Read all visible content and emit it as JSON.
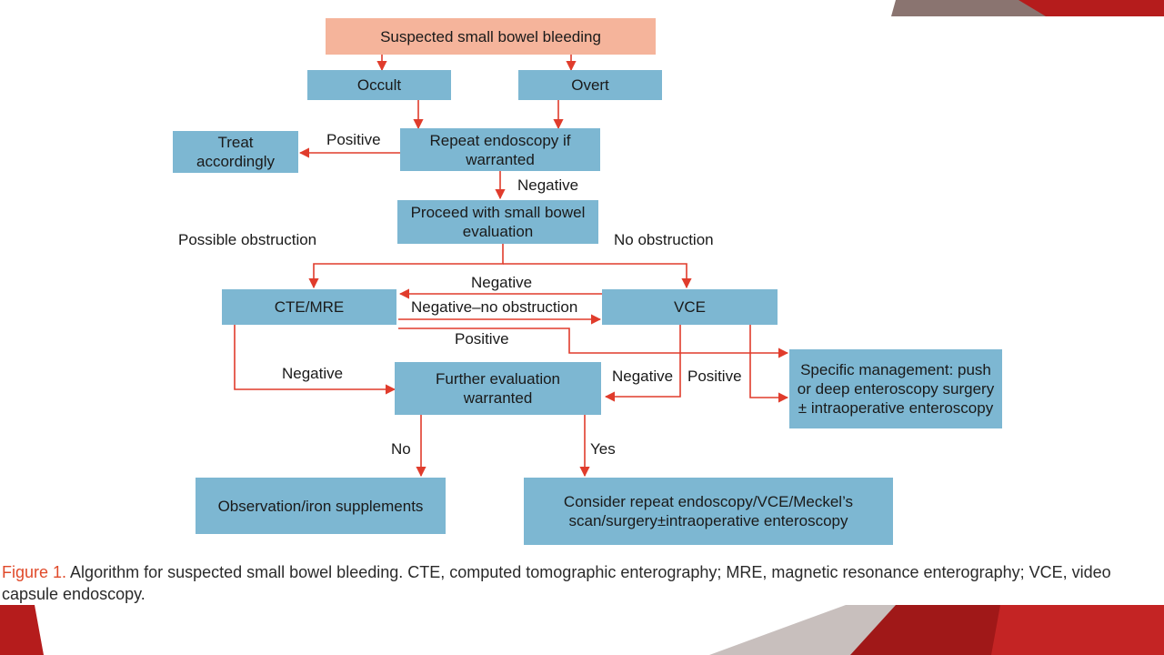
{
  "nodes": {
    "start": "Suspected small bowel bleeding",
    "occult": "Occult",
    "overt": "Overt",
    "repeat_endoscopy": "Repeat endoscopy if warranted",
    "treat": "Treat accordingly",
    "proceed": "Proceed with small bowel evaluation",
    "cte_mre": "CTE/MRE",
    "vce": "VCE",
    "further_eval": "Further evaluation warranted",
    "specific_mgmt": "Specific management: push or deep enteroscopy surgery ± intraoperative enteroscopy",
    "observation": "Observation/iron supplements",
    "consider_repeat": "Consider repeat endoscopy/VCE/Meckel’s scan/surgery±intraoperative enteroscopy"
  },
  "edge_labels": {
    "positive_treat": "Positive",
    "negative_proceed": "Negative",
    "possible_obstruction": "Possible obstruction",
    "no_obstruction": "No obstruction",
    "negative_vce_cte": "Negative",
    "negative_no_obstruction": "Negative–no obstruction",
    "positive_cte_specific": "Positive",
    "negative_cte_further": "Negative",
    "negative_vce_further": "Negative",
    "positive_vce_specific": "Positive",
    "no": "No",
    "yes": "Yes"
  },
  "caption": {
    "figure_label": "Figure 1.",
    "text": " Algorithm for suspected small bowel bleeding. CTE, computed tomographic enterography; MRE, magnetic resonance enterography; VCE, video capsule endoscopy."
  },
  "colors": {
    "node_fill": "#7db7d2",
    "start_fill": "#f5b49b",
    "arrow": "#e03c2c",
    "figure_label": "#e04a2a"
  }
}
